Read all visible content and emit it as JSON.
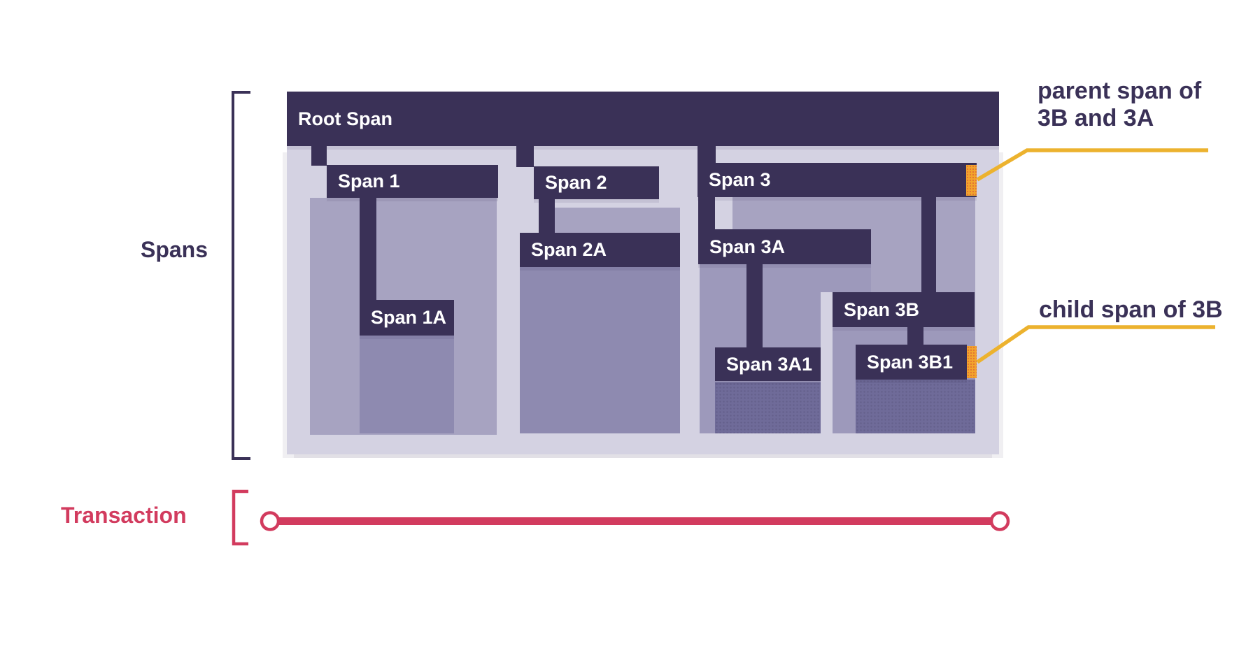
{
  "labels": {
    "spans": "Spans",
    "transaction": "Transaction"
  },
  "annotations": {
    "parent": "parent span of\n3B and 3A",
    "child": "child span of 3B"
  },
  "diagram": {
    "root": {
      "id": "root",
      "label": "Root Span"
    },
    "spans": [
      {
        "id": "span1",
        "label": "Span 1",
        "parent": "root"
      },
      {
        "id": "span1a",
        "label": "Span 1A",
        "parent": "span1"
      },
      {
        "id": "span2",
        "label": "Span 2",
        "parent": "root"
      },
      {
        "id": "span2a",
        "label": "Span 2A",
        "parent": "span2"
      },
      {
        "id": "span3",
        "label": "Span 3",
        "parent": "root",
        "highlighted": true
      },
      {
        "id": "span3a",
        "label": "Span 3A",
        "parent": "span3"
      },
      {
        "id": "span3a1",
        "label": "Span 3A1",
        "parent": "span3a"
      },
      {
        "id": "span3b",
        "label": "Span 3B",
        "parent": "span3"
      },
      {
        "id": "span3b1",
        "label": "Span 3B1",
        "parent": "span3b",
        "highlighted": true
      }
    ]
  },
  "colors": {
    "dark_purple": "#3a3157",
    "lavender_bg": "#d4d2e2",
    "body_level1": "#a7a3c1",
    "body_level2": "#8e8ab0",
    "body_level2b": "#9d99bb",
    "body_level3": "#6f6b99",
    "highlight_orange": "#f2a42d",
    "callout_yellow": "#ecb22e",
    "transaction_red": "#d23b5e",
    "white_text": "#ffffff"
  }
}
